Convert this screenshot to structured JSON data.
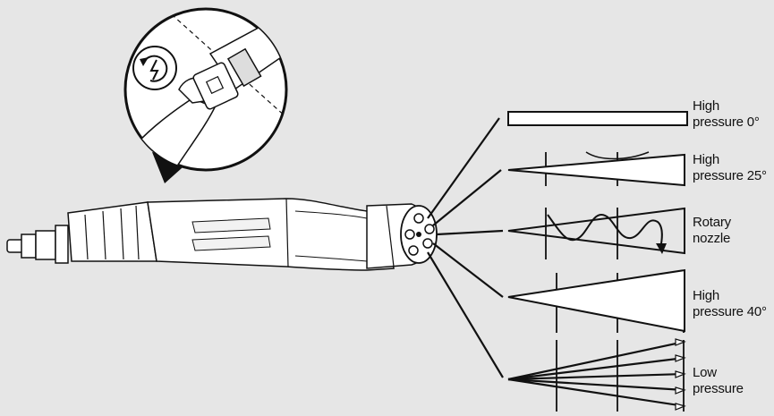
{
  "title": "",
  "nozzle_settings": [
    {
      "line1": "High",
      "line2": "pressure 0°",
      "spray": "jet"
    },
    {
      "line1": "High",
      "line2": "pressure 25°",
      "spray": "narrow-fan"
    },
    {
      "line1": "Rotary",
      "line2": "nozzle",
      "spray": "rotary"
    },
    {
      "line1": "High",
      "line2": "pressure 40°",
      "spray": "wide-fan"
    },
    {
      "line1": "Low",
      "line2": "pressure",
      "spray": "multi-jet"
    }
  ],
  "illustration": {
    "subject": "spray-lance-with-5-in-1-nozzle",
    "inset": "twist-to-lock-coupling-icon",
    "colors": {
      "background": "#e6e6e6",
      "line": "#111111",
      "fill": "#ffffff",
      "shadow": "#cfcfcf"
    }
  }
}
